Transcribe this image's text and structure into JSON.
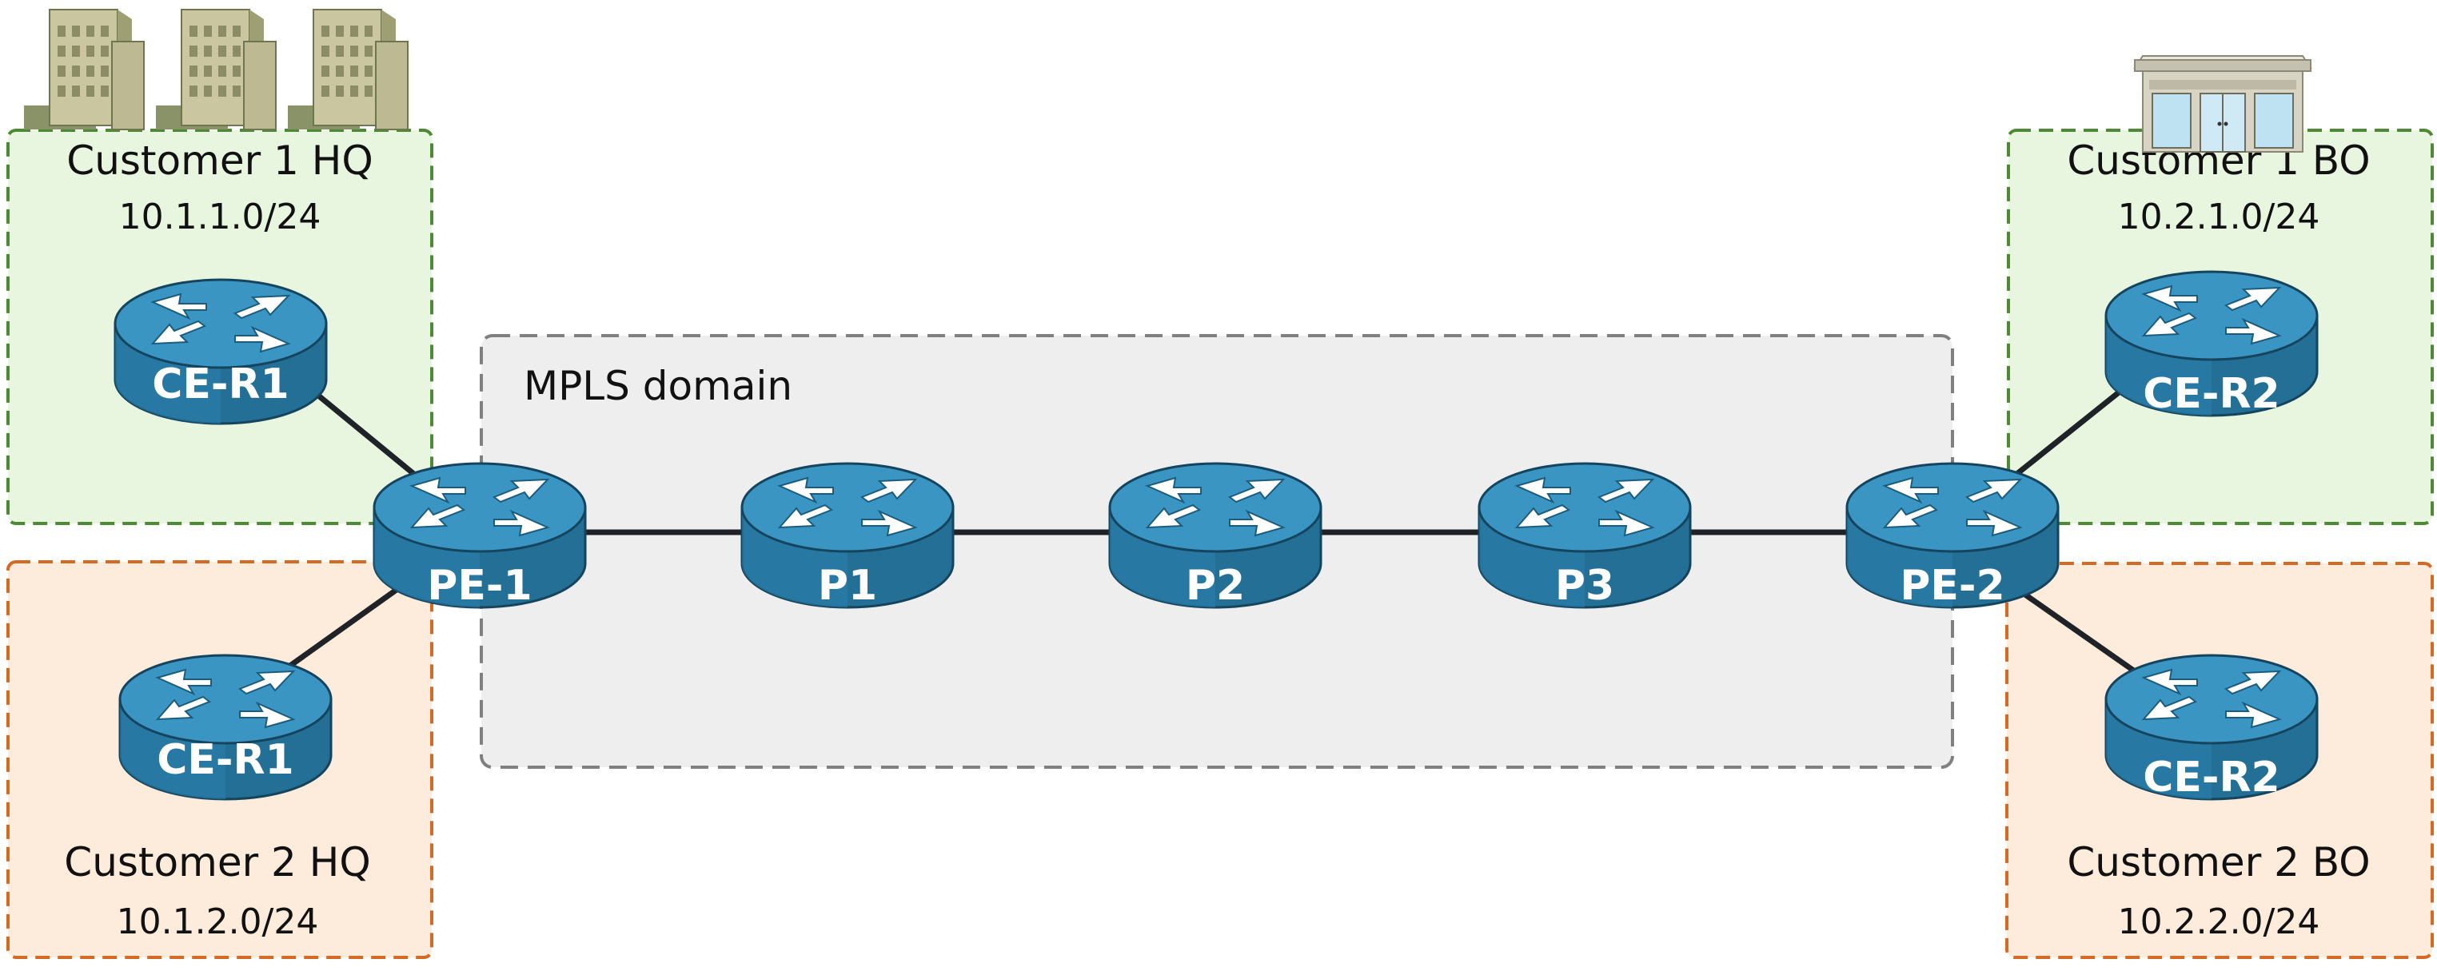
{
  "colors": {
    "hq_fill": "#e8f5df",
    "hq_stroke": "#4e8a35",
    "cust2_fill": "#fdebdb",
    "cust2_stroke": "#d46a24",
    "mpls_fill": "#eeeeee",
    "mpls_stroke": "#808080",
    "router_body": "#2d7ea5",
    "router_dark": "#1a5c7d",
    "link": "#1f2328"
  },
  "sites": {
    "c1_hq": {
      "title": "Customer 1 HQ",
      "subnet": "10.1.1.0/24"
    },
    "c2_hq": {
      "title": "Customer 2 HQ",
      "subnet": "10.1.2.0/24"
    },
    "c1_bo": {
      "title": "Customer 1 BO",
      "subnet": "10.2.1.0/24"
    },
    "c2_bo": {
      "title": "Customer 2 BO",
      "subnet": "10.2.2.0/24"
    }
  },
  "mpls": {
    "label": "MPLS domain"
  },
  "routers": {
    "ce_r1_c1": "CE-R1",
    "ce_r1_c2": "CE-R1",
    "pe1": "PE-1",
    "p1": "P1",
    "p2": "P2",
    "p3": "P3",
    "pe2": "PE-2",
    "ce_r2_c1": "CE-R2",
    "ce_r2_c2": "CE-R2"
  },
  "icons": {
    "hq": "office-buildings-icon",
    "bo": "storefront-icon",
    "router": "router-icon"
  }
}
